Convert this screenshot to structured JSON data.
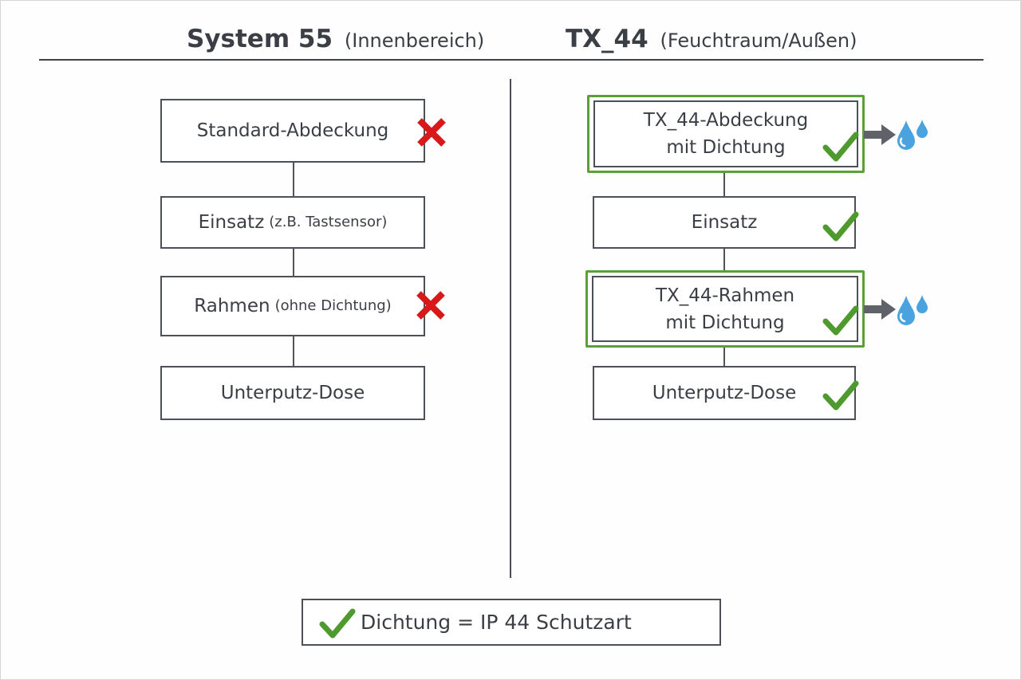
{
  "header": {
    "left": {
      "title": "System 55",
      "subtitle": "(Innenbereich)"
    },
    "right": {
      "title": "TX_44",
      "subtitle": "(Feuchtraum/Außen)"
    }
  },
  "left_column": {
    "boxes": [
      {
        "label": "Standard-Abdeckung",
        "status": "cross"
      },
      {
        "label": "Einsatz",
        "sublabel": "(z.B. Tastsensor)",
        "status": "none"
      },
      {
        "label": "Rahmen",
        "sublabel": "(ohne Dichtung)",
        "status": "cross"
      },
      {
        "label": "Unterputz-Dose",
        "status": "none"
      }
    ]
  },
  "right_column": {
    "boxes": [
      {
        "line1": "TX_44-Abdeckung",
        "line2": "mit Dichtung",
        "status": "check",
        "sealed": true
      },
      {
        "label": "Einsatz",
        "status": "check"
      },
      {
        "line1": "TX_44-Rahmen",
        "line2": "mit Dichtung",
        "status": "check",
        "sealed": true
      },
      {
        "label": "Unterputz-Dose",
        "status": "check"
      }
    ]
  },
  "legend": {
    "text": "Dichtung = IP 44 Schutzart"
  },
  "colors": {
    "text": "#3b3f45",
    "line": "#4d5157",
    "check_green": "#4f9a2e",
    "seal_frame_green": "#5aa037",
    "cross_red": "#d7191c",
    "arrow_gray": "#5f6369",
    "water_blue": "#4aa3df"
  },
  "icons": [
    "cross-icon",
    "check-icon",
    "arrow-right-icon",
    "water-drops-icon"
  ]
}
